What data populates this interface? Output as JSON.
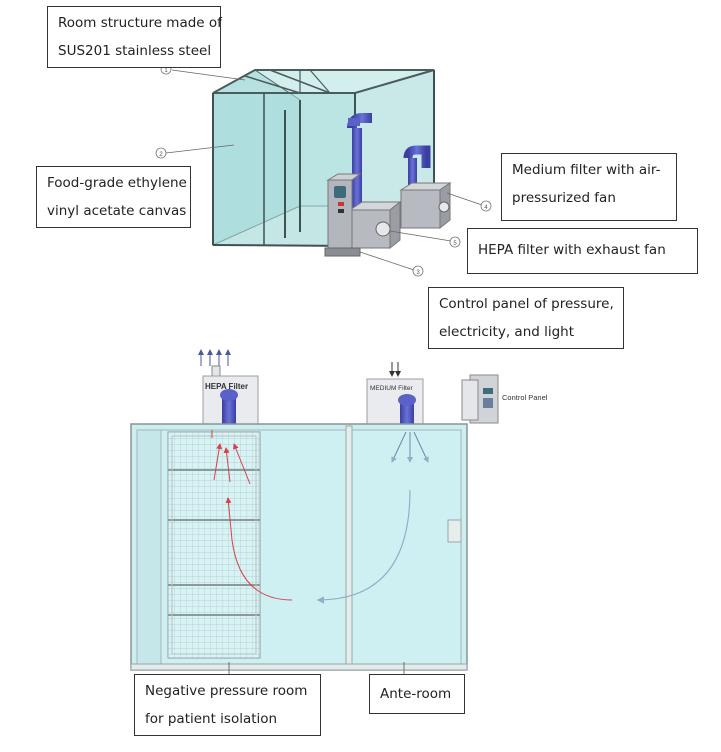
{
  "top_callouts": {
    "room_structure": [
      "Room structure made of",
      "SUS201 stainless steel"
    ],
    "canvas": [
      "Food-grade ethylene",
      "vinyl acetate canvas"
    ],
    "medium_filter": [
      "Medium filter with air-",
      "pressurized fan"
    ],
    "hepa_filter": [
      "HEPA filter with exhaust fan"
    ],
    "control_panel": [
      "Control panel of pressure,",
      "electricity, and light"
    ]
  },
  "markers": [
    "1",
    "2",
    "3",
    "4",
    "5"
  ],
  "bottom_labels": {
    "hepa_unit": "HEPA Filter",
    "medium_unit": "MEDIUM Filter",
    "control_panel": "Control Panel"
  },
  "bottom_callouts": {
    "negative_room": [
      "Negative pressure room",
      "for patient isolation"
    ],
    "ante_room": [
      "Ante-room"
    ]
  },
  "colors": {
    "glass_fill": "#cdeef0",
    "frame": "#5a6e6e",
    "duct": "#4a52b8",
    "unit_gray": "#a9adb3",
    "airflow_red": "#d9414b",
    "airflow_blue": "#8fb0c8"
  }
}
